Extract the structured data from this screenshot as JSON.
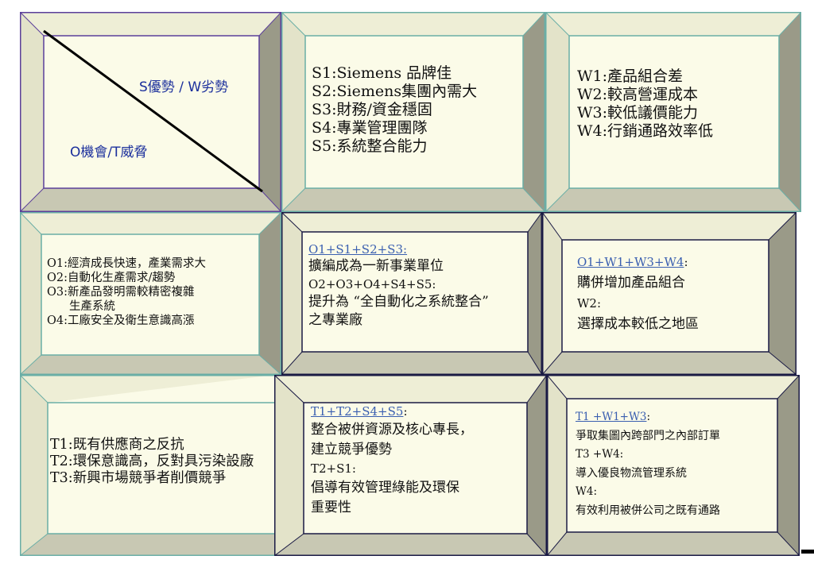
{
  "corner": {
    "top_text": "S優勢 / W劣勢",
    "bottom_text": "O機會/T威脅"
  },
  "strengths": [
    "S1:Siemens 品牌佳",
    "S2:Siemens集團內需大",
    "S3:財務/資金穩固",
    "S4:專業管理團隊",
    "S5:系統整合能力"
  ],
  "weaknesses": [
    "W1:產品組合差",
    "W2:較高營運成本",
    "W3:較低議價能力",
    "W4:行銷通路效率低"
  ],
  "opportunities": [
    "O1:經濟成長快速，產業需求大",
    "O2:自動化生產需求/趨勢",
    "O3:新產品發明需較精密複雜",
    "生產系統",
    "O4:工廠安全及衛生意識高漲"
  ],
  "threats": [
    "T1:既有供應商之反抗",
    "T2:環保意識高，反對具污染設廠",
    "T3:新興市場競爭者削價競爭"
  ],
  "so": {
    "h1": "O1+S1+S2+S3:",
    "t1": "擴編成為一新事業單位",
    "h2": "O2+O3+O4+S4+S5:",
    "t2a": "提升為 “全自動化之系統整合”",
    "t2b": "之專業廠"
  },
  "wo": {
    "h1": "O1+W1+W3+W4",
    "h1_suffix": ":",
    "t1": "購併增加產品組合",
    "h2": "W2:",
    "t2": "選擇成本較低之地區"
  },
  "st": {
    "h1": "T1+T2+S4+S5",
    "h1_suffix": ":",
    "t1a": "整合被併資源及核心專長，",
    "t1b": "建立競爭優勢",
    "h2": "T2+S1:",
    "t2a": "倡導有效管理綠能及環保",
    "t2b": "重要性"
  },
  "wt": {
    "h1": "T1 +W1+W3",
    "h1_suffix": ":",
    "t1": "爭取集圖內跨部門之內部訂單",
    "h2": "T3 +W4:",
    "t2": "導入優良物流管理系統",
    "h3": "W4:",
    "t3": "有效利用被併公司之既有通路"
  },
  "colors": {
    "face": "#fbfbe8",
    "bevel_top": "#eeeed6",
    "bevel_left": "#e3e3c9",
    "bevel_right": "#9a9a88",
    "bevel_bottom": "#c8c8b3",
    "teal": "#6aaea6",
    "navy": "#1a1a44",
    "purple": "#5b3f9a",
    "link": "#3a5fb0",
    "text_blue": "#1b2f9c"
  }
}
